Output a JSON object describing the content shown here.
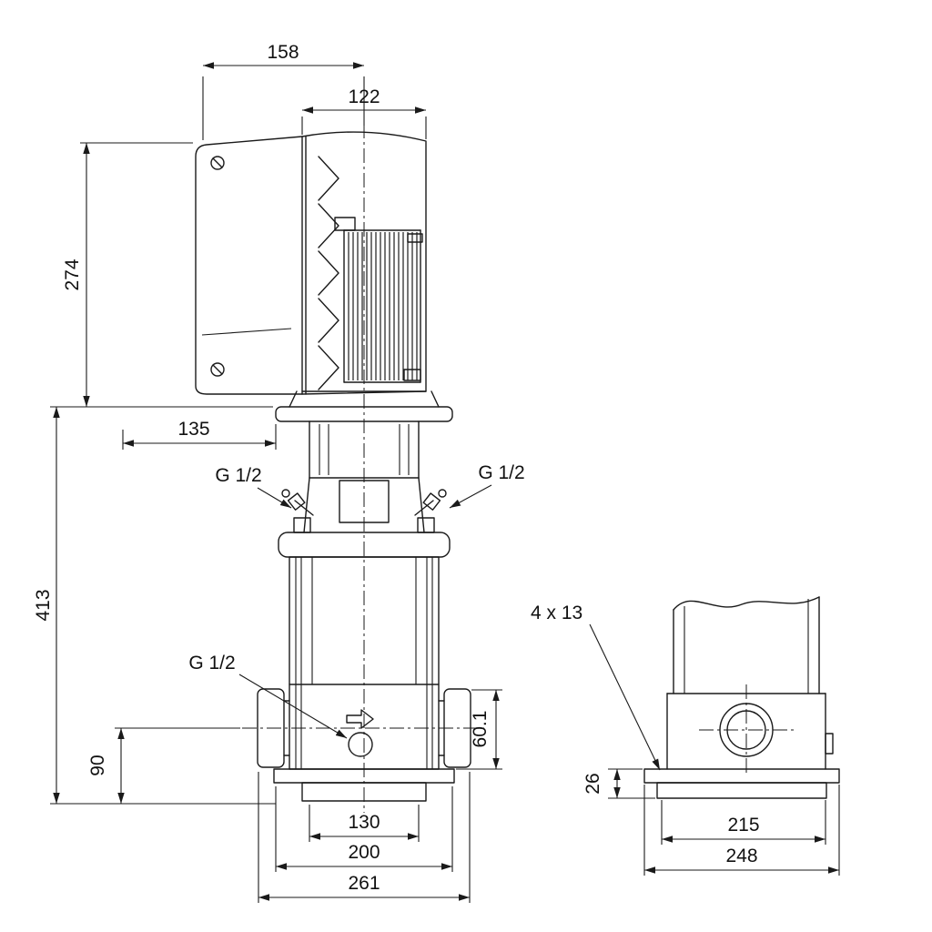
{
  "drawing": {
    "dims": {
      "box_to_center": "158",
      "motor_width": "122",
      "motor_height": "274",
      "head_offset": "135",
      "pump_height": "413",
      "g12_left": "G 1/2",
      "g12_right": "G 1/2",
      "g12_drain": "G 1/2",
      "suction_height": "90",
      "outlet_offset": "60.1",
      "base_hole_spacing": "130",
      "base_width": "200",
      "overall_width": "261",
      "mounting_holes": "4  x  13",
      "baseplate_height": "26",
      "side_hole_spacing": "215",
      "side_base_width": "248"
    },
    "colors": {
      "line": "#1a1a1a",
      "background": "#ffffff"
    }
  }
}
